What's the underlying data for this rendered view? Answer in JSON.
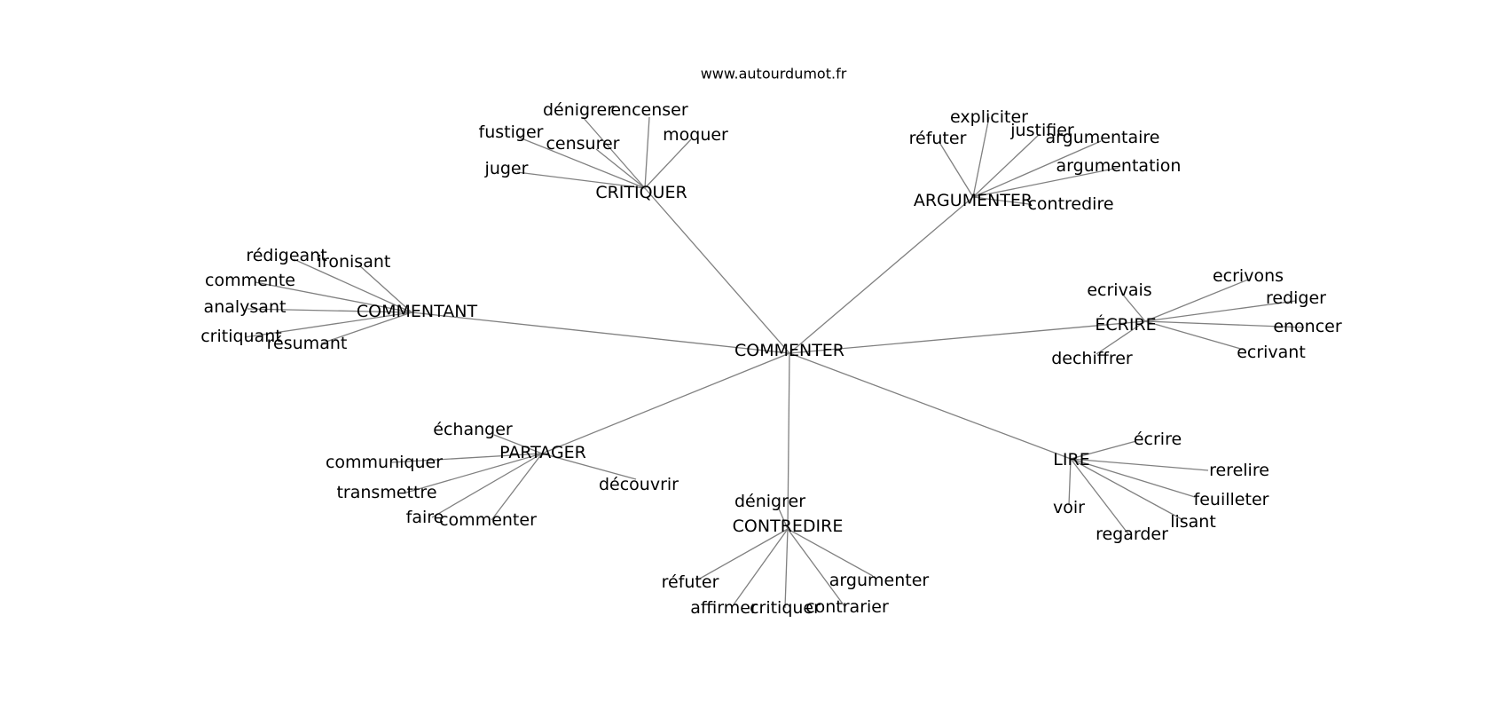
{
  "source": "www.autourdumot.fr",
  "center": "COMMENTER",
  "clusters": [
    {
      "hub": "CRITIQUER",
      "words": [
        "dénigrer",
        "encenser",
        "fustiger",
        "censurer",
        "moquer",
        "juger"
      ]
    },
    {
      "hub": "ARGUMENTER",
      "words": [
        "expliciter",
        "réfuter",
        "justifier",
        "argumentaire",
        "argumentation",
        "contredire"
      ]
    },
    {
      "hub": "COMMENTANT",
      "words": [
        "rédigeant",
        "ironisant",
        "commente",
        "analysant",
        "critiquant",
        "résumant"
      ]
    },
    {
      "hub": "ÉCRIRE",
      "words": [
        "ecrivais",
        "ecrivons",
        "rediger",
        "enoncer",
        "ecrivant",
        "dechiffrer"
      ]
    },
    {
      "hub": "PARTAGER",
      "words": [
        "échanger",
        "communiquer",
        "transmettre",
        "faire",
        "commenter",
        "découvrir"
      ]
    },
    {
      "hub": "LIRE",
      "words": [
        "écrire",
        "rerelire",
        "feuilleter",
        "lisant",
        "voir",
        "regarder"
      ]
    },
    {
      "hub": "CONTREDIRE",
      "words": [
        "dénigrer",
        "réfuter",
        "affirmer",
        "critiquer",
        "contrarier",
        "argumenter"
      ]
    }
  ],
  "colors": {
    "edge": "#808080",
    "text": "#000000",
    "background": "#ffffff"
  }
}
